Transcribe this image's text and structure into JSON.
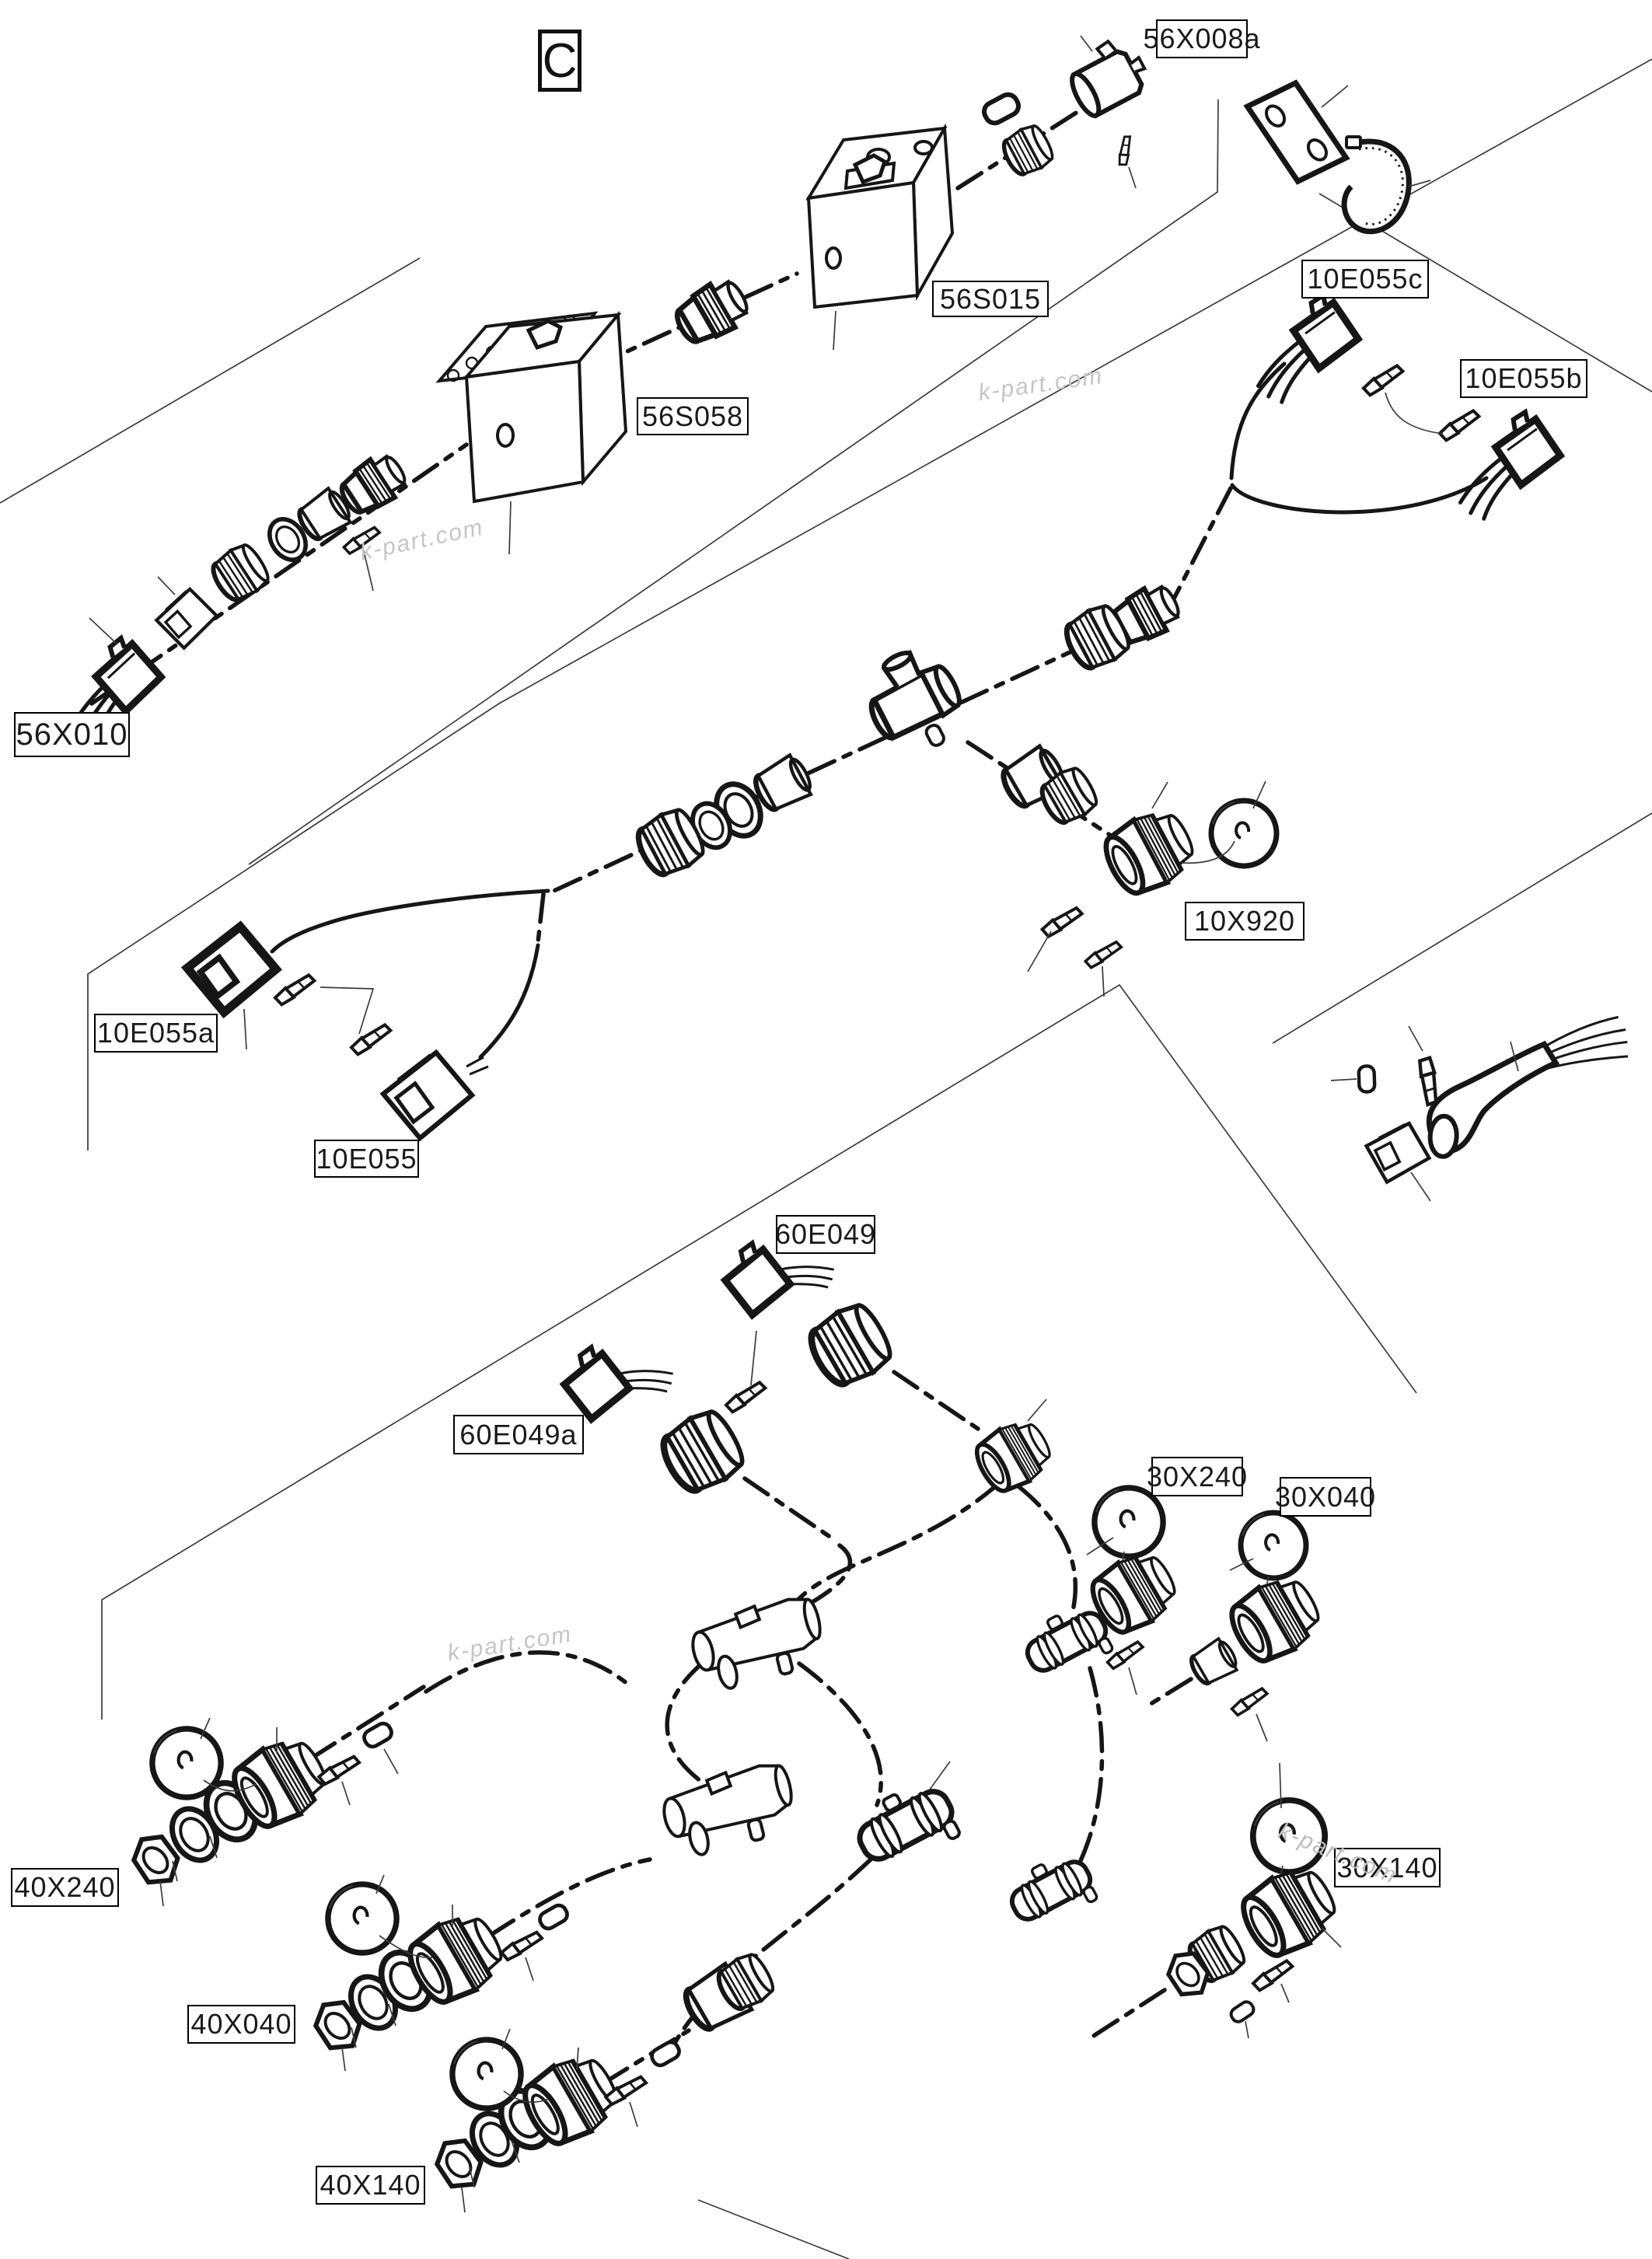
{
  "diagram": {
    "section_letter": "C",
    "watermark_text": "k-part.com",
    "part_labels": [
      {
        "code": "56X008a"
      },
      {
        "code": "56S015"
      },
      {
        "code": "56S058"
      },
      {
        "code": "56X010"
      },
      {
        "code": "10E055c"
      },
      {
        "code": "10E055b"
      },
      {
        "code": "10E055a"
      },
      {
        "code": "10E055"
      },
      {
        "code": "10X920"
      },
      {
        "code": "60E049"
      },
      {
        "code": "60E049a"
      },
      {
        "code": "30X240"
      },
      {
        "code": "30X040"
      },
      {
        "code": "40X240"
      },
      {
        "code": "40X040"
      },
      {
        "code": "40X140"
      },
      {
        "code": "30X140"
      }
    ]
  }
}
